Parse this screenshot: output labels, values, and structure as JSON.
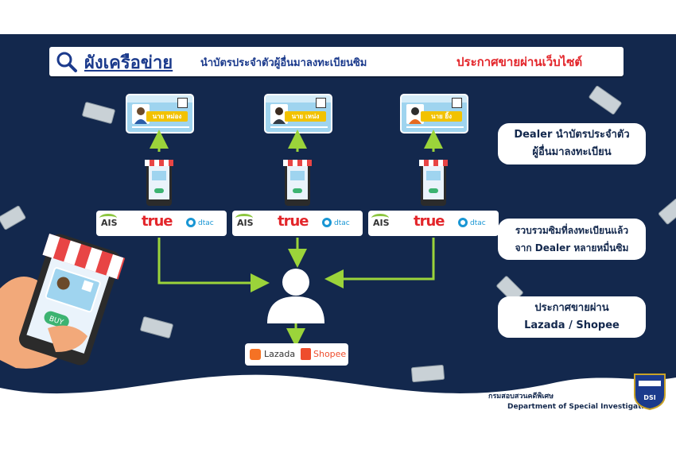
{
  "title": {
    "main": "ผังเครือข่าย",
    "subtitle": "นำบัตรประจำตัวผู้อื่นมาลงทะเบียนซิม",
    "highlight": "ประกาศขายผ่านเว็บไซต์"
  },
  "cards": [
    {
      "name": "นาย หม่อง"
    },
    {
      "name": "นาย เหน่ง"
    },
    {
      "name": "นาย ยิ้ง"
    }
  ],
  "phone_button": "BUY",
  "operators": [
    "AIS",
    "true",
    "dtac"
  ],
  "notes": [
    {
      "line1": "Dealer นำบัตรประจำตัว",
      "line2": "ผู้อื่นมาลงทะเบียน"
    },
    {
      "line1": "รวบรวมซิมที่ลงทะเบียนแล้ว",
      "line2": "จาก Dealer หลายหมื่นซิม"
    },
    {
      "line1": "ประกาศขายผ่าน",
      "line2": "Lazada / Shopee"
    }
  ],
  "marketplaces": [
    "Lazada",
    "Shopee"
  ],
  "big_phone_button": "BUY",
  "agency": {
    "thai": "กรมสอบสวนคดีพิเศษ",
    "english": "Department of Special Investigation",
    "seal_text": "DSI"
  },
  "colors": {
    "background": "#13284d",
    "arrow": "#9bd43a",
    "title_blue": "#1b3a8c",
    "title_red": "#e3262b",
    "card": "#9fd4ef",
    "name_tag": "#f2c200"
  }
}
